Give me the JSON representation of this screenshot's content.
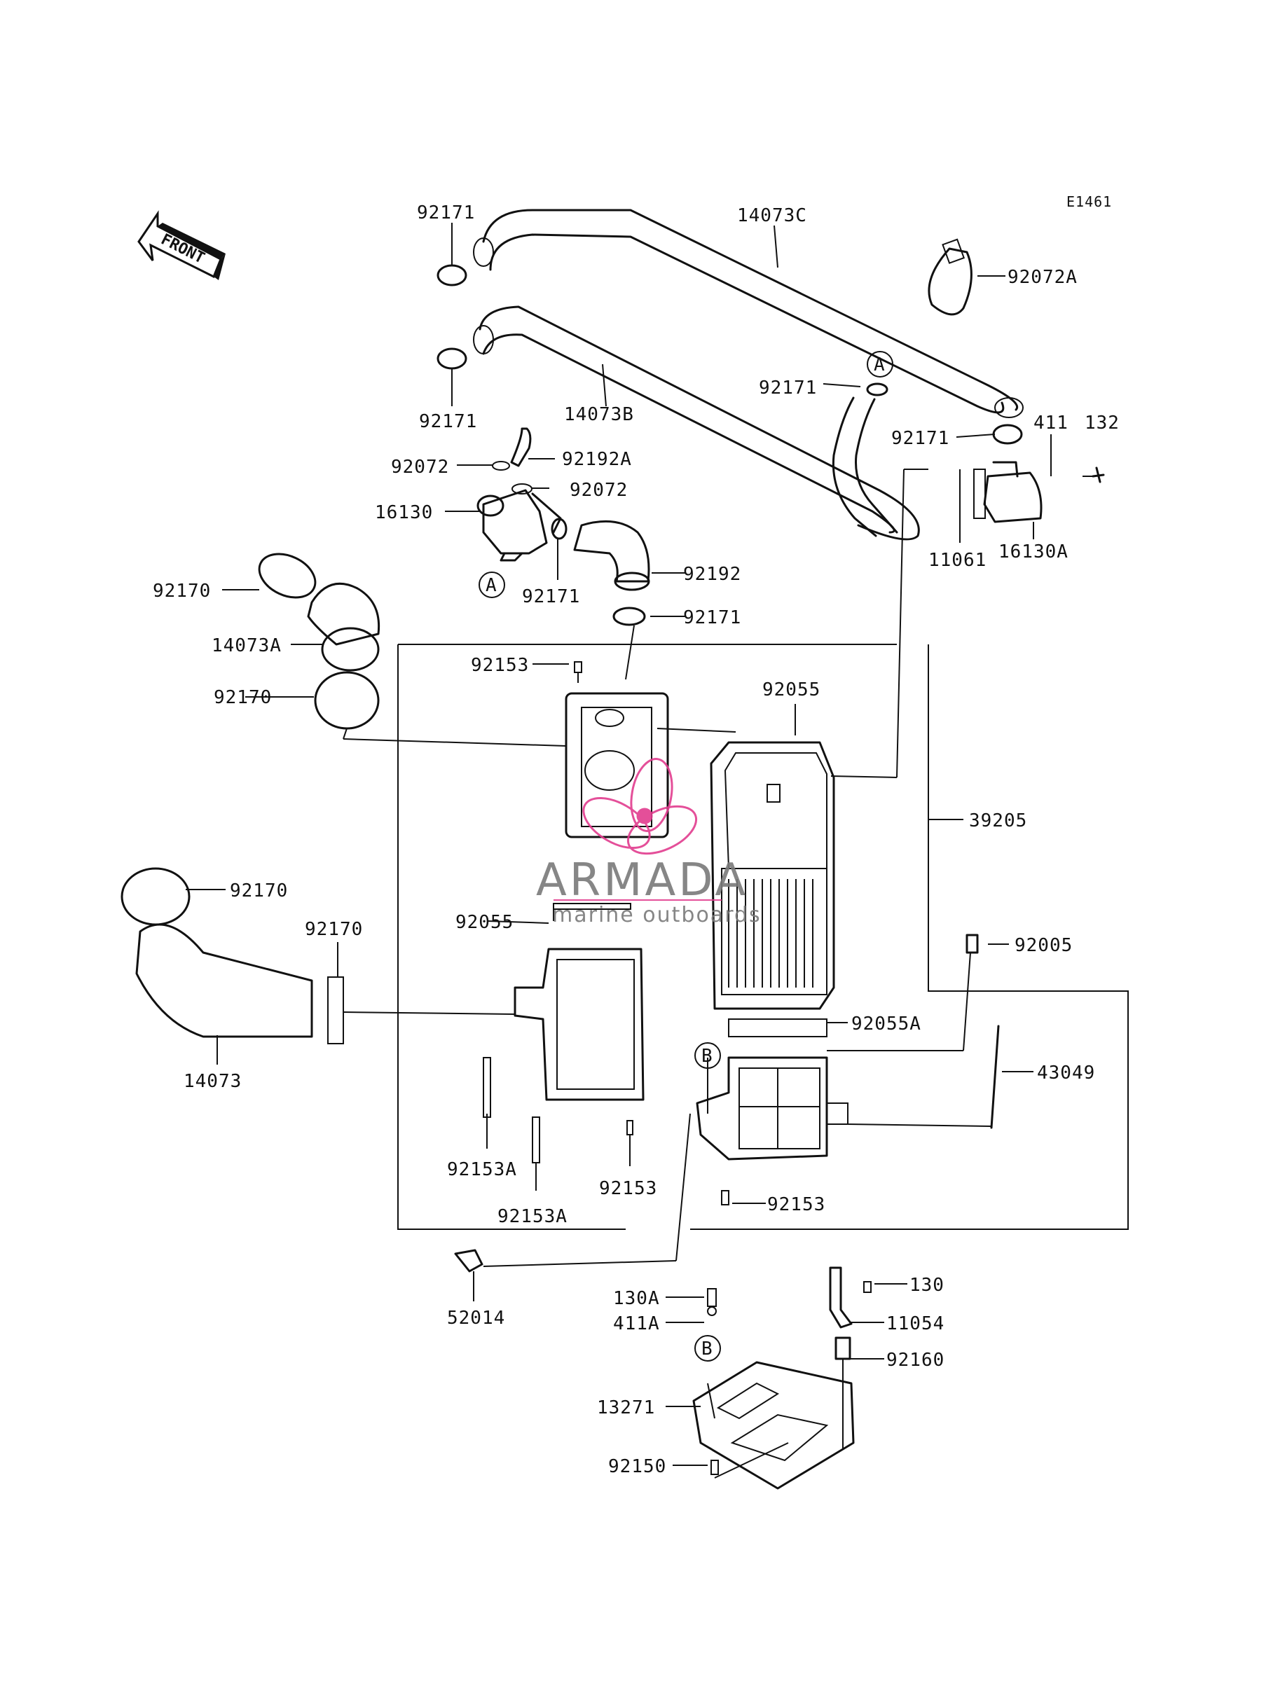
{
  "diagram": {
    "code": "E1461",
    "front_label": "FRONT",
    "watermark": {
      "brand": "ARMADA",
      "tagline": "marine outboards",
      "color": "#e23c8f"
    },
    "callouts": {
      "A": "A",
      "B": "B"
    },
    "parts": [
      "92171",
      "14073C",
      "92072A",
      "14073B",
      "92171",
      "92171",
      "92171",
      "411",
      "132",
      "92072",
      "92192A",
      "92072",
      "16130",
      "11061",
      "16130A",
      "92171",
      "92192",
      "92171",
      "92170",
      "14073A",
      "92170",
      "92153",
      "92055",
      "39205",
      "92170",
      "92170",
      "92055",
      "92005",
      "92055A",
      "14073",
      "43049",
      "92153A",
      "92153",
      "92153A",
      "92153",
      "52014",
      "130A",
      "411A",
      "130",
      "11054",
      "92160",
      "13271",
      "92150"
    ]
  }
}
